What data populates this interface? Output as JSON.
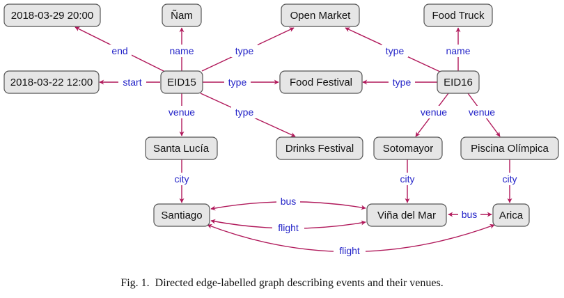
{
  "nodes": {
    "end_time": "2018-03-29 20:00",
    "nam": "Ñam",
    "open_market": "Open Market",
    "food_truck": "Food Truck",
    "start_time": "2018-03-22 12:00",
    "eid15": "EID15",
    "food_festival": "Food Festival",
    "eid16": "EID16",
    "santa_lucia": "Santa Lucía",
    "drinks_festival": "Drinks Festival",
    "sotomayor": "Sotomayor",
    "piscina_olimpica": "Piscina Olímpica",
    "santiago": "Santiago",
    "vina_del_mar": "Viña del Mar",
    "arica": "Arica"
  },
  "edges": {
    "end": "end",
    "name": "name",
    "type": "type",
    "start": "start",
    "venue": "venue",
    "city": "city",
    "bus": "bus",
    "flight": "flight"
  },
  "caption": {
    "fig": "Fig. 1.",
    "text": "Directed edge-labelled graph describing events and their venues."
  },
  "colors": {
    "edge": "#b0185a",
    "label": "#2424c8",
    "node_fill": "#e6e6e6",
    "node_stroke": "#555555"
  }
}
